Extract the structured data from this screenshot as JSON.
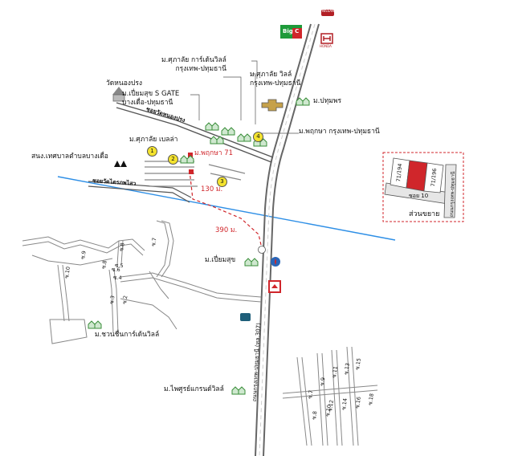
{
  "projects": {
    "garden_ville": "ม.ศุภาลัย การ์เด้นวิลล์",
    "garden_ville_sub": "กรุงเทพ-ปทุมธานี",
    "ville": "ม.ศุภาลัย วิลล์",
    "ville_sub": "กรุงเทพ-ปทุมธานี",
    "sgate": "ม.เปี่ยมสุข S GATE",
    "sgate_sub": "บางเดื่อ-ปทุมธานี",
    "pathumporn": "ม.ปทุมพร",
    "pruksa": "ม.พฤกษา กรุงเทพ-ปทุมธานี",
    "bella": "ม.ศุภาลัย เบลล่า",
    "pruksa71": "ม.พฤกษา 71",
    "piamsuk": "ม.เปี่ยมสุข",
    "chuanchuen": "ม.ชวนชื่นการ์เด้นวิลล์",
    "paisarn": "ม.ไพศูรย์แกรนด์วิลล์"
  },
  "places": {
    "temple": "วัดหนองปรง",
    "municipality": "สนง.เทศบาลตำบลบางเดื่อ",
    "big_c": "Big C",
    "nissan": "NISSAN",
    "honda": "HONDA"
  },
  "roads": {
    "soi_nongprong": "ซอยวัดหนองปรง",
    "soi_taipraphai": "ซอยวัดไตรภพไสว",
    "main_road": "ถนนกรุงเทพ-ปทุมธานี (ทล.307)",
    "inset_road": "ถนนกรุงเทพ-ปทุมธานี",
    "soi10": "ซอย 10"
  },
  "distances": {
    "d130": "130 ม.",
    "d390": "390 ม."
  },
  "markers": [
    "1",
    "2",
    "3",
    "4"
  ],
  "inset": {
    "caption": "ส่วนขยาย",
    "plot1": "71/194",
    "plot2": "71/196"
  },
  "sois_left": [
    "ซ.9",
    "ซ.8",
    "ซ.8",
    "ซ.6",
    "ซ.5",
    "ซ.4",
    "ซ.3",
    "ซ.2",
    "ซ.10",
    "ซ.7"
  ],
  "sois_right": [
    "ซ.7",
    "ซ.9",
    "ซ.11",
    "ซ.13",
    "ซ.15",
    "ซ.8",
    "ซ.10",
    "ซ.12",
    "ซ.14",
    "ซ.16",
    "ซ.18"
  ],
  "colors": {
    "highlight": "#d0262b",
    "canal": "#2e8fe6",
    "road": "#555555",
    "house": "#3a8e3a"
  }
}
